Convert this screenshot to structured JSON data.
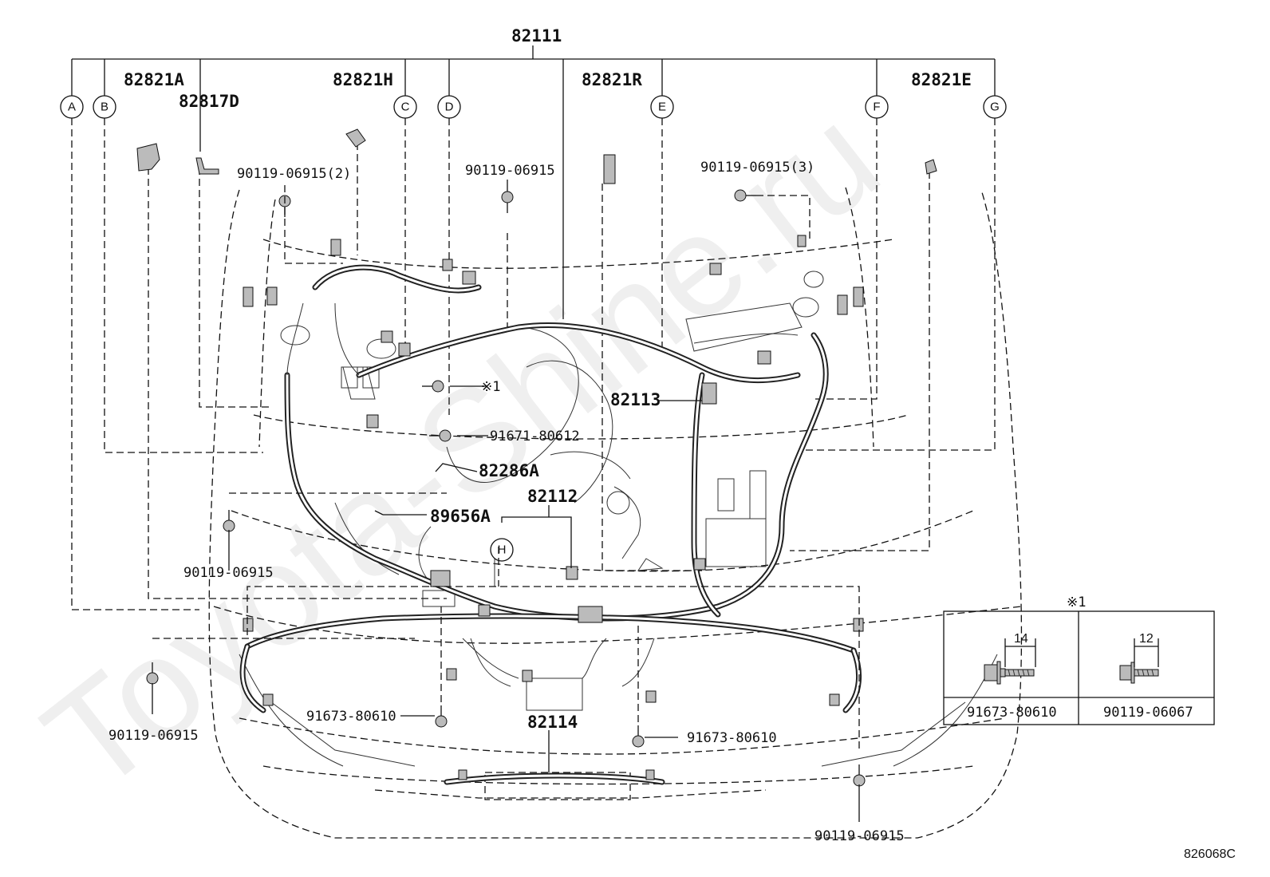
{
  "watermark": "Toyota-Shine.ru",
  "diagram_code": "826068C",
  "labels": {
    "main_harness": "82111",
    "harness_82113": "82113",
    "harness_82112": "82112",
    "harness_82114": "82114",
    "clamp_82821A": "82821A",
    "clamp_82817D": "82817D",
    "clamp_82821H": "82821H",
    "clamp_82821R": "82821R",
    "clamp_82821E": "82821E",
    "bolt_top_left": "90119-06915(2)",
    "bolt_top_center": "90119-06915",
    "bolt_top_right": "90119-06915(3)",
    "bolt_left_mid": "90119-06915",
    "bolt_left_low": "90119-06915",
    "bolt_right_low": "90119-06915",
    "ref_note": "※1",
    "bolt_91671": "91671-80612",
    "part_82286A": "82286A",
    "part_89656A": "89656A",
    "bolt_91673_left": "91673-80610",
    "bolt_91673_right": "91673-80610"
  },
  "markers": [
    "A",
    "B",
    "C",
    "D",
    "E",
    "F",
    "G",
    "H"
  ],
  "inset": {
    "title": "※1",
    "left": {
      "dimension": "14",
      "part": "91673-80610"
    },
    "right": {
      "dimension": "12",
      "part": "90119-06067"
    }
  }
}
